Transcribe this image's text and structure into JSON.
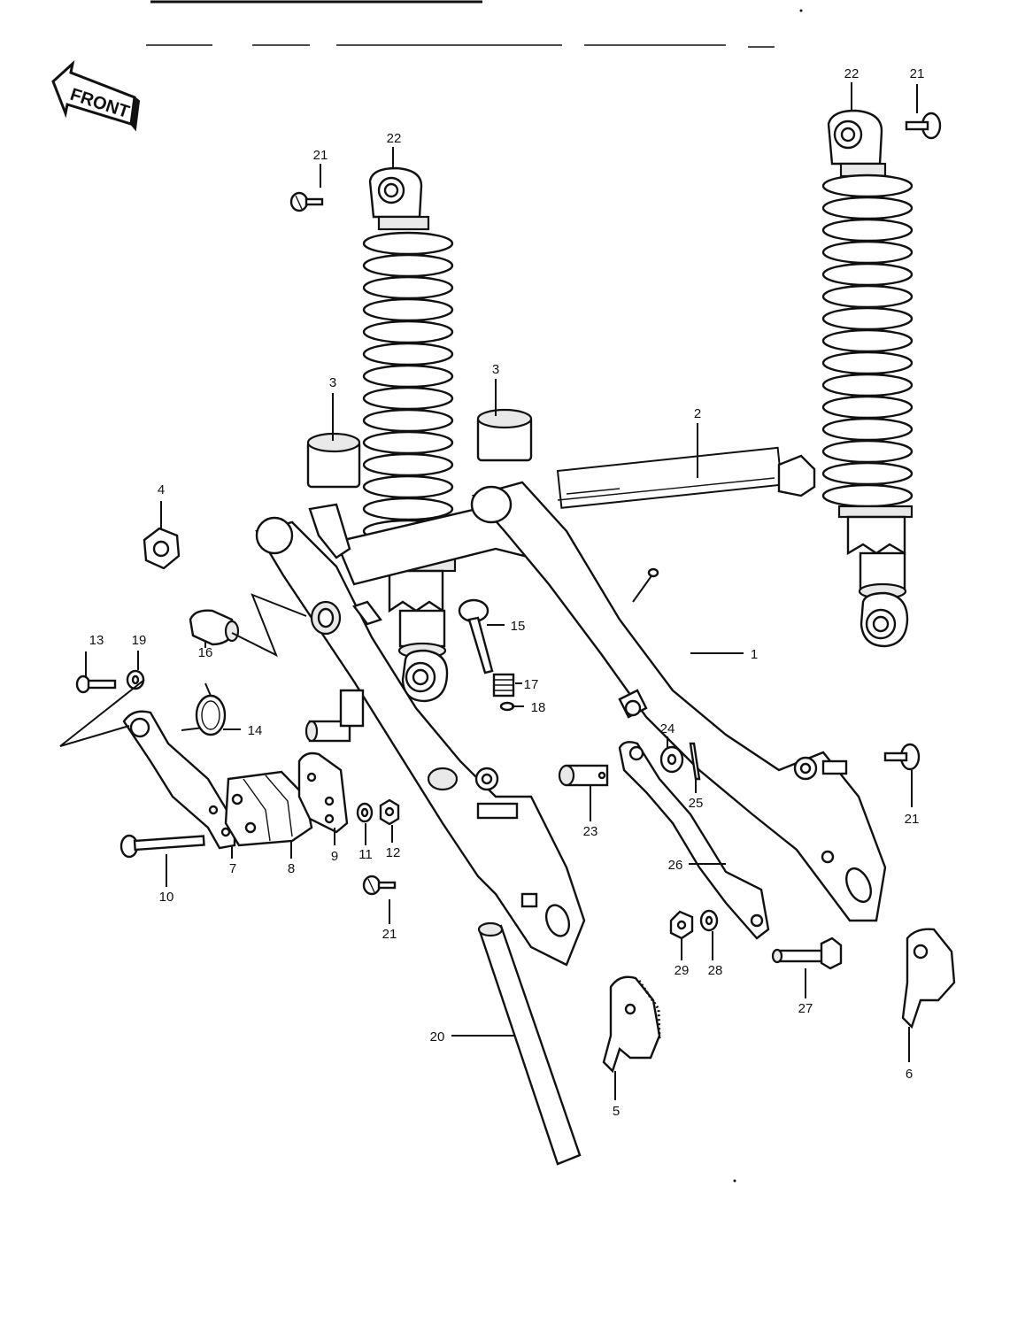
{
  "diagram": {
    "front_label": "FRONT",
    "callouts": [
      {
        "id": "c22a",
        "text": "22"
      },
      {
        "id": "c21a",
        "text": "21"
      },
      {
        "id": "c22b",
        "text": "22"
      },
      {
        "id": "c21b",
        "text": "21"
      },
      {
        "id": "c3a",
        "text": "3"
      },
      {
        "id": "c3b",
        "text": "3"
      },
      {
        "id": "c2",
        "text": "2"
      },
      {
        "id": "c4",
        "text": "4"
      },
      {
        "id": "c1",
        "text": "1"
      },
      {
        "id": "c15",
        "text": "15"
      },
      {
        "id": "c17",
        "text": "17"
      },
      {
        "id": "c18",
        "text": "18"
      },
      {
        "id": "c13",
        "text": "13"
      },
      {
        "id": "c19",
        "text": "19"
      },
      {
        "id": "c16",
        "text": "16"
      },
      {
        "id": "c14",
        "text": "14"
      },
      {
        "id": "c24",
        "text": "24"
      },
      {
        "id": "c25",
        "text": "25"
      },
      {
        "id": "c23",
        "text": "23"
      },
      {
        "id": "c21c",
        "text": "21"
      },
      {
        "id": "c26",
        "text": "26"
      },
      {
        "id": "c10",
        "text": "10"
      },
      {
        "id": "c7",
        "text": "7"
      },
      {
        "id": "c8",
        "text": "8"
      },
      {
        "id": "c9",
        "text": "9"
      },
      {
        "id": "c11",
        "text": "11"
      },
      {
        "id": "c12",
        "text": "12"
      },
      {
        "id": "c21d",
        "text": "21"
      },
      {
        "id": "c29",
        "text": "29"
      },
      {
        "id": "c28",
        "text": "28"
      },
      {
        "id": "c27",
        "text": "27"
      },
      {
        "id": "c20",
        "text": "20"
      },
      {
        "id": "c5",
        "text": "5"
      },
      {
        "id": "c6",
        "text": "6"
      }
    ]
  }
}
